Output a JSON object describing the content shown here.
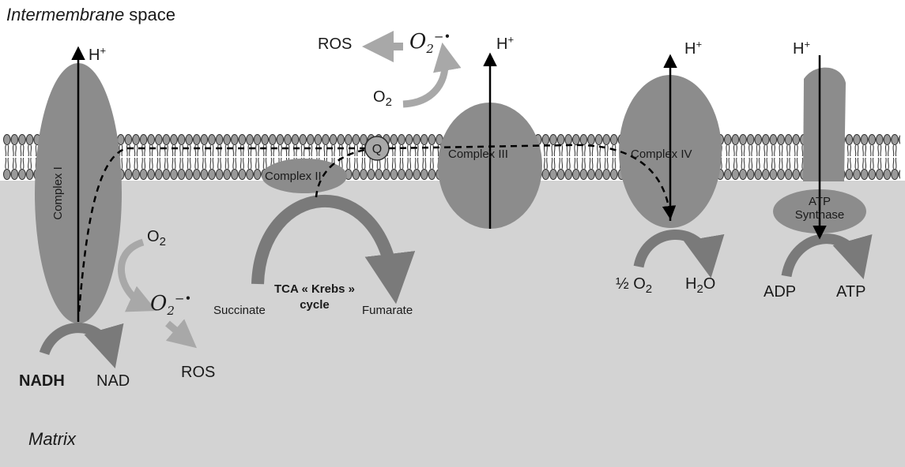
{
  "regions": {
    "intermembrane": {
      "italic": "Intermembrane",
      "rest": " space"
    },
    "matrix": "Matrix"
  },
  "complexes": {
    "c1": "Complex I",
    "c2": "Complex II",
    "c3": "Complex III",
    "c4": "Complex IV",
    "atp_synthase_line1": "ATP",
    "atp_synthase_line2": "Synthase"
  },
  "proton": {
    "base": "H",
    "charge": "+"
  },
  "quinone": "Q",
  "reactants": {
    "nadh": "NADH",
    "nad": "NAD",
    "o2_base": "O",
    "o2_sub": "2",
    "superoxide_base": "O",
    "superoxide_sub": "2",
    "superoxide_sup": "−•",
    "ros": "ROS",
    "succinate": "Succinate",
    "fumarate": "Fumarate",
    "tca_line1": "TCA « Krebs »",
    "tca_line2": "cycle",
    "half_o2_prefix": "½ O",
    "half_o2_sub": "2",
    "h2o_h": "H",
    "h2o_sub": "2",
    "h2o_o": "O",
    "adp": "ADP",
    "atp": "ATP"
  },
  "colors": {
    "matrix_fill": "#d3d3d3",
    "protein_fill": "#8c8c8c",
    "arrow_gray": "#7a7a7a",
    "light_arrow": "#a8a8a8",
    "lipid_head": "#9a9a9a",
    "lipid_edge": "#2a2a2a"
  }
}
